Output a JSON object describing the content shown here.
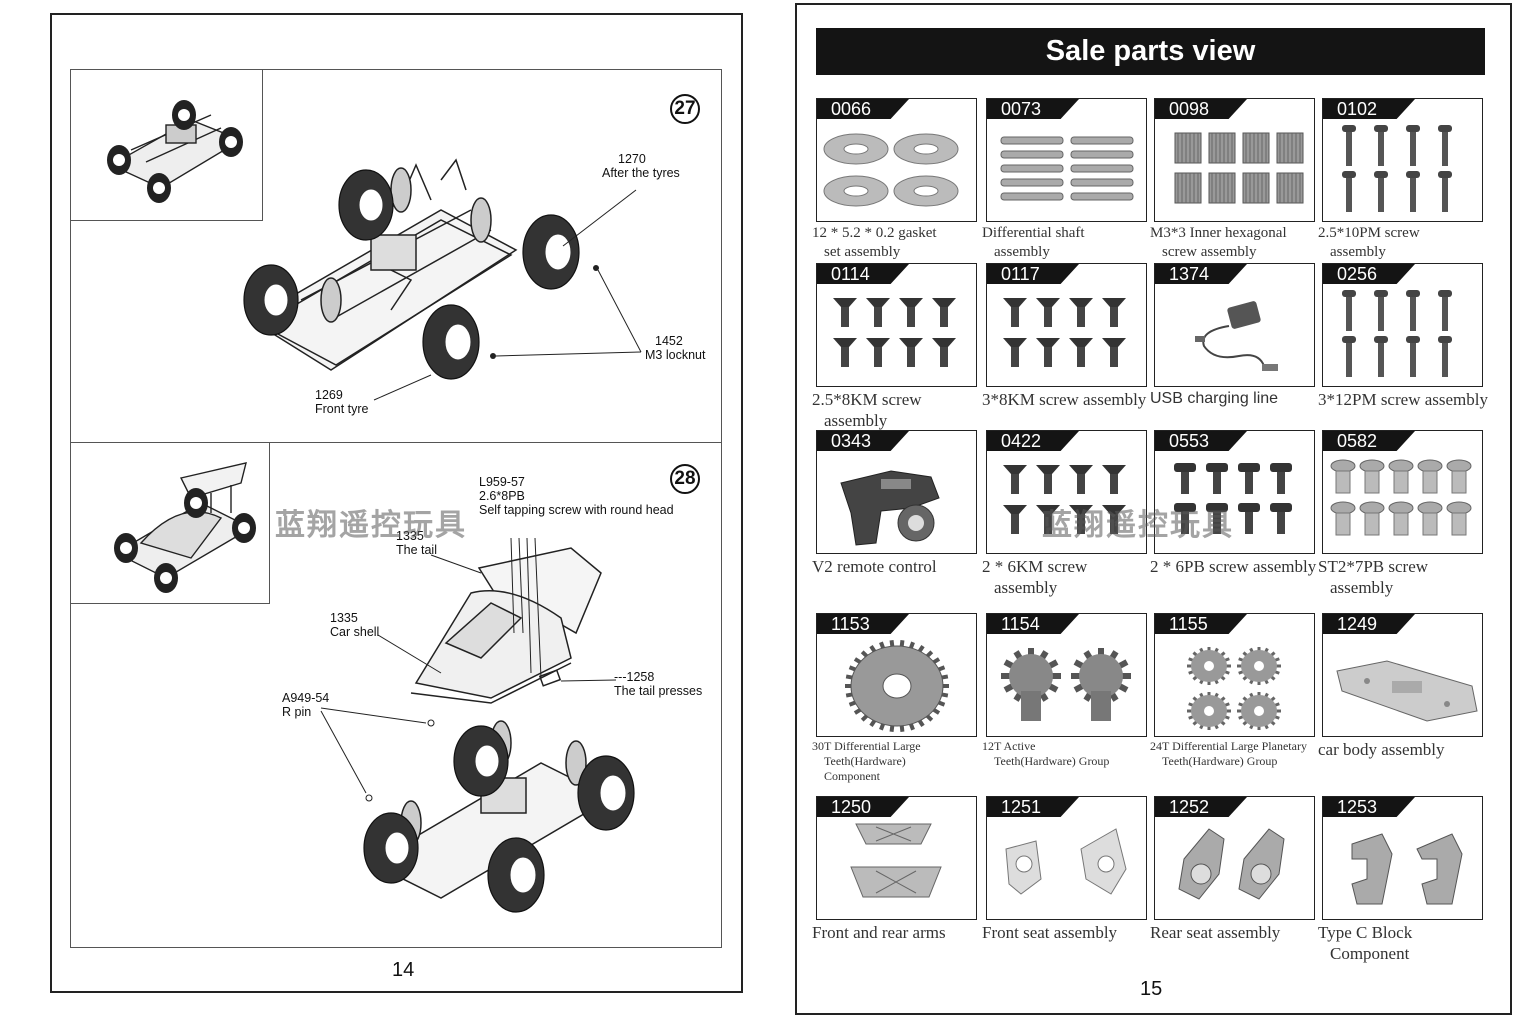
{
  "left_page": {
    "page_number": "14",
    "watermark": "蓝翔遥控玩具",
    "step27": {
      "number": "27",
      "callouts": [
        {
          "code": "1270",
          "name": "After the tyres"
        },
        {
          "code": "1452",
          "name": "M3 locknut"
        },
        {
          "code": "1269",
          "name": "Front tyre"
        }
      ]
    },
    "step28": {
      "number": "28",
      "callouts": [
        {
          "code": "L959-57",
          "name": "2.6*8PB",
          "extra": "Self tapping screw with round head"
        },
        {
          "code": "1335",
          "name": "The tail"
        },
        {
          "code": "1335",
          "name": "Car shell"
        },
        {
          "code": "---1258",
          "name": "The tail presses"
        },
        {
          "code": "A949-54",
          "name": "R pin"
        }
      ]
    }
  },
  "right_page": {
    "title": "Sale parts view",
    "page_number": "15",
    "watermark": "蓝翔遥控玩具",
    "parts": [
      {
        "code": "0066",
        "line1": "12 * 5.2 * 0.2 gasket",
        "line2": "set assembly",
        "icon": "gasket-icon"
      },
      {
        "code": "0073",
        "line1": "Differential shaft",
        "line2": "assembly",
        "icon": "shaft-pin-icon"
      },
      {
        "code": "0098",
        "line1": "M3*3 Inner hexagonal",
        "line2": "screw assembly",
        "icon": "set-screw-icon"
      },
      {
        "code": "0102",
        "line1": "2.5*10PM screw",
        "line2": "assembly",
        "icon": "long-screw-icon"
      },
      {
        "code": "0114",
        "line1": "2.5*8KM screw",
        "line2": "assembly",
        "icon": "countersunk-screw-icon"
      },
      {
        "code": "0117",
        "line1": "3*8KM screw assembly",
        "line2": "",
        "icon": "countersunk-screw-icon"
      },
      {
        "code": "1374",
        "line1": "USB charging line",
        "line2": "",
        "icon": "usb-cable-icon"
      },
      {
        "code": "0256",
        "line1": "3*12PM screw assembly",
        "line2": "",
        "icon": "long-screw-icon"
      },
      {
        "code": "0343",
        "line1": "V2 remote control",
        "line2": "",
        "icon": "remote-control-icon"
      },
      {
        "code": "0422",
        "line1": "2 * 6KM screw",
        "line2": "assembly",
        "icon": "countersunk-screw-icon"
      },
      {
        "code": "0553",
        "line1": "2 * 6PB screw assembly",
        "line2": "",
        "icon": "pan-screw-icon"
      },
      {
        "code": "0582",
        "line1": "ST2*7PB screw",
        "line2": "assembly",
        "icon": "self-tapping-screw-icon"
      },
      {
        "code": "1153",
        "line1": "30T Differential Large",
        "line2": "Teeth(Hardware)",
        "line3": "Component",
        "icon": "bevel-gear-large-icon"
      },
      {
        "code": "1154",
        "line1": "12T Active",
        "line2": "Teeth(Hardware) Group",
        "icon": "pinion-gear-icon"
      },
      {
        "code": "1155",
        "line1": "24T Differential Large Planetary",
        "line2": "Teeth(Hardware) Group",
        "icon": "planetary-gear-icon"
      },
      {
        "code": "1249",
        "line1": "car body assembly",
        "line2": "",
        "icon": "chassis-plate-icon"
      },
      {
        "code": "1250",
        "line1": "Front and rear arms",
        "line2": "",
        "icon": "suspension-arm-icon"
      },
      {
        "code": "1251",
        "line1": "Front seat assembly",
        "line2": "",
        "icon": "steering-knuckle-icon"
      },
      {
        "code": "1252",
        "line1": "Rear seat assembly",
        "line2": "",
        "icon": "rear-hub-carrier-icon"
      },
      {
        "code": "1253",
        "line1": "Type C Block",
        "line2": "Component",
        "icon": "c-hub-icon"
      }
    ]
  }
}
